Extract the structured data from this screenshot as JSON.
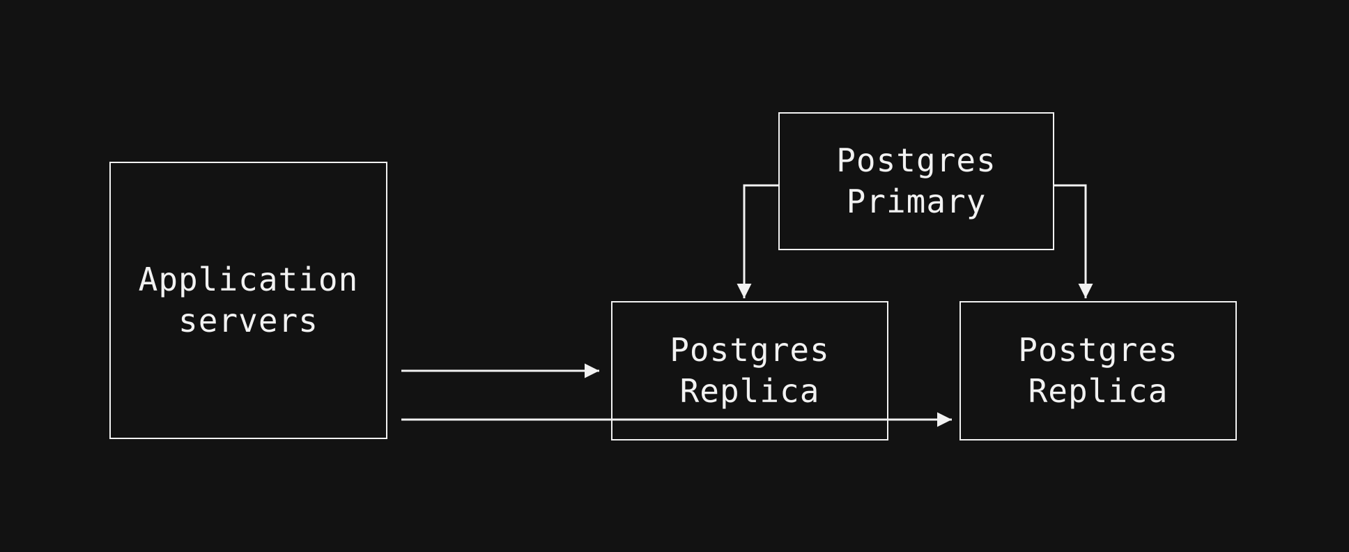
{
  "diagram": {
    "colors": {
      "background": "#121212",
      "node_fill": "#121212",
      "stroke": "#f2f2f2",
      "text": "#f2f2f2"
    },
    "nodes": [
      {
        "id": "application-servers",
        "line1": "Application",
        "line2": "servers"
      },
      {
        "id": "postgres-primary",
        "line1": "Postgres",
        "line2": "Primary"
      },
      {
        "id": "postgres-replica-left",
        "line1": "Postgres",
        "line2": "Replica"
      },
      {
        "id": "postgres-replica-right",
        "line1": "Postgres",
        "line2": "Replica"
      }
    ],
    "edges": [
      {
        "from": "application-servers",
        "to": "postgres-replica-left",
        "style": "horizontal-arrow"
      },
      {
        "from": "application-servers",
        "to": "postgres-replica-right",
        "style": "horizontal-arrow"
      },
      {
        "from": "postgres-primary",
        "to": "postgres-replica-left",
        "style": "elbow-down-arrow"
      },
      {
        "from": "postgres-primary",
        "to": "postgres-replica-right",
        "style": "elbow-down-arrow"
      }
    ]
  }
}
